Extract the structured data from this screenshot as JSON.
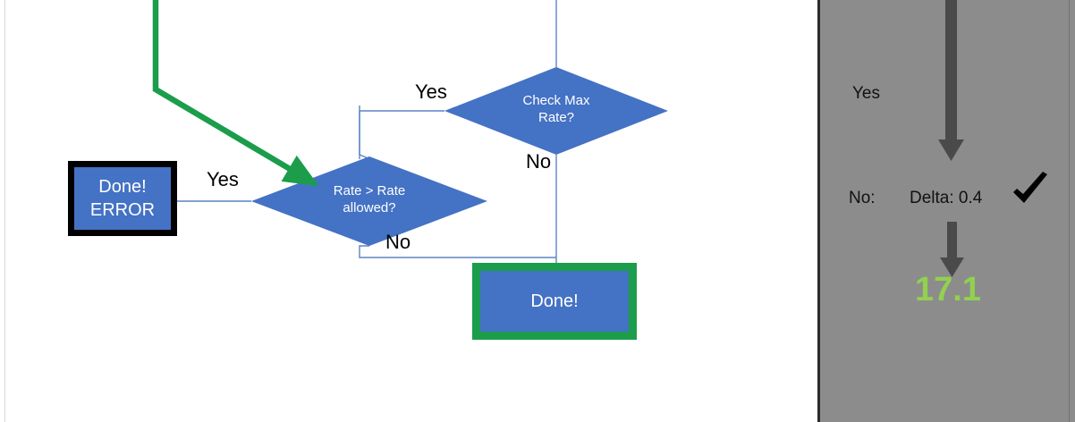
{
  "canvas": {
    "background": "#ffffff",
    "node_fill": "#4472c4",
    "connector_color": "#5b84c4",
    "highlight_green": "#1b9d4b",
    "error_border": "#000000"
  },
  "flowchart": {
    "nodes": [
      {
        "id": "done-error",
        "type": "process",
        "label": "Done!\nERROR",
        "border": "black"
      },
      {
        "id": "rate-check",
        "type": "decision",
        "label": "Rate > Rate\nallowed?"
      },
      {
        "id": "check-max-rate",
        "type": "decision",
        "label": "Check Max\nRate?"
      },
      {
        "id": "done",
        "type": "process",
        "label": "Done!",
        "border": "green"
      }
    ],
    "edge_labels": [
      {
        "id": "yes-to-check-max",
        "text": "Yes"
      },
      {
        "id": "no-from-check-max",
        "text": "No"
      },
      {
        "id": "yes-to-done-error",
        "text": "Yes"
      },
      {
        "id": "no-from-rate-check",
        "text": "No"
      }
    ]
  },
  "panel": {
    "background": "#8c8c8c",
    "yes_label": "Yes",
    "no_label": "No:",
    "delta_label": "Delta: 0.4",
    "check_mark": "check-mark",
    "value": "17.1",
    "value_color": "#92d050"
  }
}
